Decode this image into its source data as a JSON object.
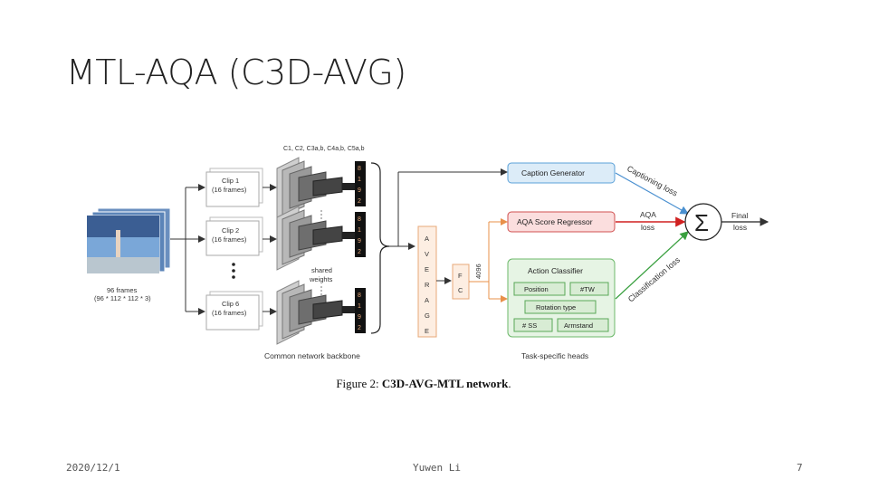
{
  "slide": {
    "title": "MTL-AQA (C3D-AVG)",
    "date": "2020/12/1",
    "author": "Yuwen Li",
    "page": "7"
  },
  "figure": {
    "caption_prefix": "Figure 2: ",
    "caption_bold": "C3D-AVG-MTL network",
    "caption_suffix": ".",
    "layers_label": "C1, C2, C3a,b, C4a,b, C5a,b",
    "input_frames_label": "96 frames",
    "input_dims_label": "(96 * 112 * 112 * 3)",
    "clips": [
      {
        "name": "Clip 1",
        "frames": "(16 frames)"
      },
      {
        "name": "Clip 2",
        "frames": "(16 frames)"
      },
      {
        "name": "Clip 6",
        "frames": "(16 frames)"
      }
    ],
    "feature_dim_chars": [
      "8",
      "1",
      "9",
      "2"
    ],
    "shared_weights_label": [
      "shared",
      "weights"
    ],
    "backbone_label": "Common network backbone",
    "average_chars": [
      "A",
      "V",
      "E",
      "R",
      "A",
      "G",
      "E"
    ],
    "fc_chars": [
      "F",
      "C"
    ],
    "fc_dim_label": "4096",
    "heads_label": "Task-specific heads",
    "caption_generator": "Caption Generator",
    "aqa_regressor": "AQA Score Regressor",
    "action_classifier": "Action Classifier",
    "classifier_tags": [
      "Position",
      "#TW",
      "Rotation type",
      "# SS",
      "Armstand"
    ],
    "captioning_loss": "Captioning loss",
    "aqa_loss": [
      "AQA",
      "loss"
    ],
    "classification_loss": "Classification loss",
    "sum_symbol": "Σ",
    "final_loss": [
      "Final",
      "loss"
    ]
  },
  "colors": {
    "caption_box_fill": "#dcecf8",
    "caption_box_stroke": "#5aa0d8",
    "aqa_box_fill": "#fbdede",
    "aqa_box_stroke": "#d05050",
    "classifier_fill": "#e6f4e4",
    "classifier_stroke": "#6cb86a",
    "average_fill": "#fdeee2",
    "average_stroke": "#e8a878",
    "caption_arrow": "#4a90d0",
    "aqa_arrow": "#d02020",
    "class_arrow": "#3aa040"
  }
}
